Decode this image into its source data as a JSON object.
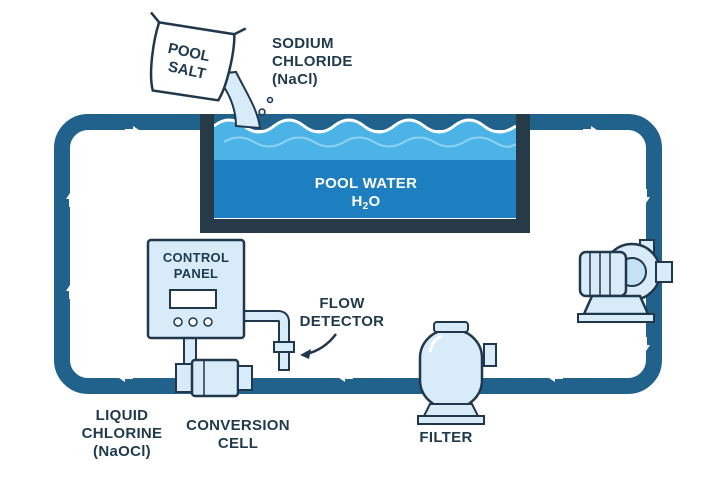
{
  "diagram": {
    "bag_label": {
      "line1": "POOL",
      "line2": "SALT"
    },
    "salt_label": {
      "line1": "SODIUM",
      "line2": "CHLORIDE",
      "line3": "(NaCl)"
    },
    "pool_label": {
      "line1": "POOL WATER",
      "formula_main": "H",
      "formula_sub": "2",
      "formula_end": "O"
    },
    "panel_label": {
      "line1": "CONTROL",
      "line2": "PANEL"
    },
    "flow_label": {
      "line1": "FLOW",
      "line2": "DETECTOR"
    },
    "chlorine_label": {
      "line1": "LIQUID",
      "line2": "CHLORINE",
      "line3": "(NaOCl)"
    },
    "cell_label": {
      "line1": "CONVERSION",
      "line2": "CELL"
    },
    "filter_label": "FILTER",
    "colors": {
      "pipe": "#21628d",
      "tank": "#263a47",
      "water_deep": "#1e7fc0",
      "water_light": "#4cb3e6",
      "equipment": "#d7ecf8",
      "outline": "#21374a",
      "text": "#1f3a4d"
    },
    "icons": [
      "salt-bag-icon",
      "pump-icon",
      "filter-icon",
      "control-panel-icon",
      "conversion-cell-icon",
      "flow-detector-icon"
    ]
  }
}
